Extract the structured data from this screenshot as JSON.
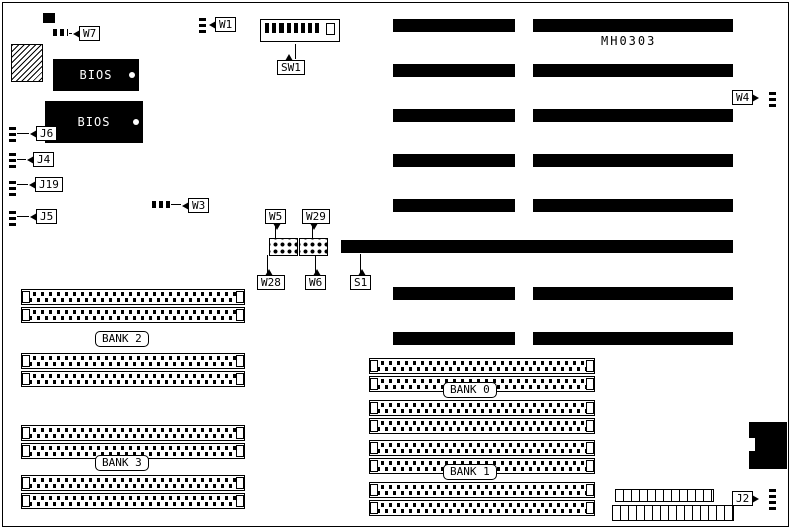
{
  "board": {
    "model": "MH0303"
  },
  "chips": {
    "bios": "BIOS"
  },
  "callouts": {
    "w7": "W7",
    "w1": "W1",
    "sw1": "SW1",
    "w4": "W4",
    "j6": "J6",
    "j4": "J4",
    "j19": "J19",
    "j5": "J5",
    "w3": "W3",
    "w5": "W5",
    "w29": "W29",
    "w28": "W28",
    "w6": "W6",
    "s1": "S1",
    "j2": "J2"
  },
  "banks": {
    "bank0": "BANK 0",
    "bank1": "BANK 1",
    "bank2": "BANK 2",
    "bank3": "BANK 3"
  },
  "colors": {
    "ink": "#000000",
    "paper": "#ffffff"
  }
}
